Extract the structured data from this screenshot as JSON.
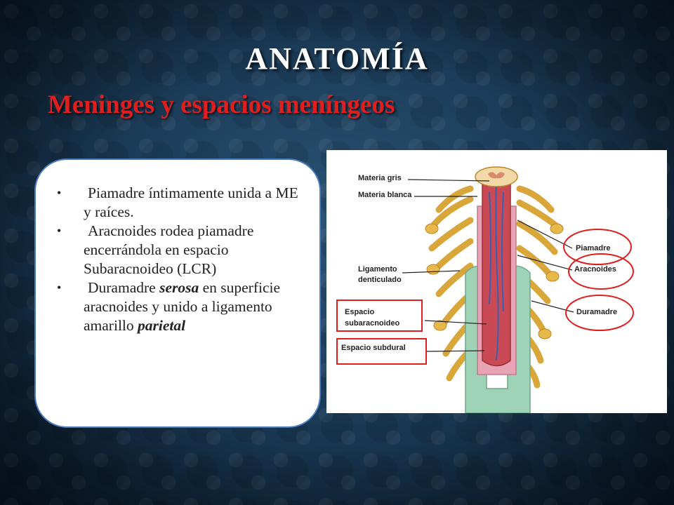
{
  "slide": {
    "title": "ANATOMÍA",
    "subtitle": "Meninges y espacios meníngeos"
  },
  "bullets": [
    {
      "text": "Piamadre íntimamente unida  a ME y raíces."
    },
    {
      "text": "Aracnoides rodea piamadre  encerrándola en espacio Subaracnoideo (LCR)"
    },
    {
      "text_before": "Duramadre ",
      "emphasis": "serosa",
      "text_middle": " en superficie aracnoides  y unido a ligamento amarillo ",
      "emphasis2": "parietal"
    }
  ],
  "figure": {
    "labels": {
      "materia_gris": "Materia gris",
      "materia_blanca": "Materia blanca",
      "piamadre": "Piamadre",
      "aracnoides": "Aracnoides",
      "duramadre": "Duramadre",
      "ligamento_1": "Ligamento",
      "ligamento_2": "denticulado",
      "espacio_sub_1": "Espacio",
      "espacio_sub_2": "subaracnoideo",
      "espacio_subdural": "Espacio subdural"
    },
    "colors": {
      "highlight_red": "#e01e1e",
      "title_red": "#e01e1e",
      "dura_green": "#9fd3b8",
      "pia_red": "#c94a55",
      "nerve_yellow": "#e8b84a"
    }
  }
}
